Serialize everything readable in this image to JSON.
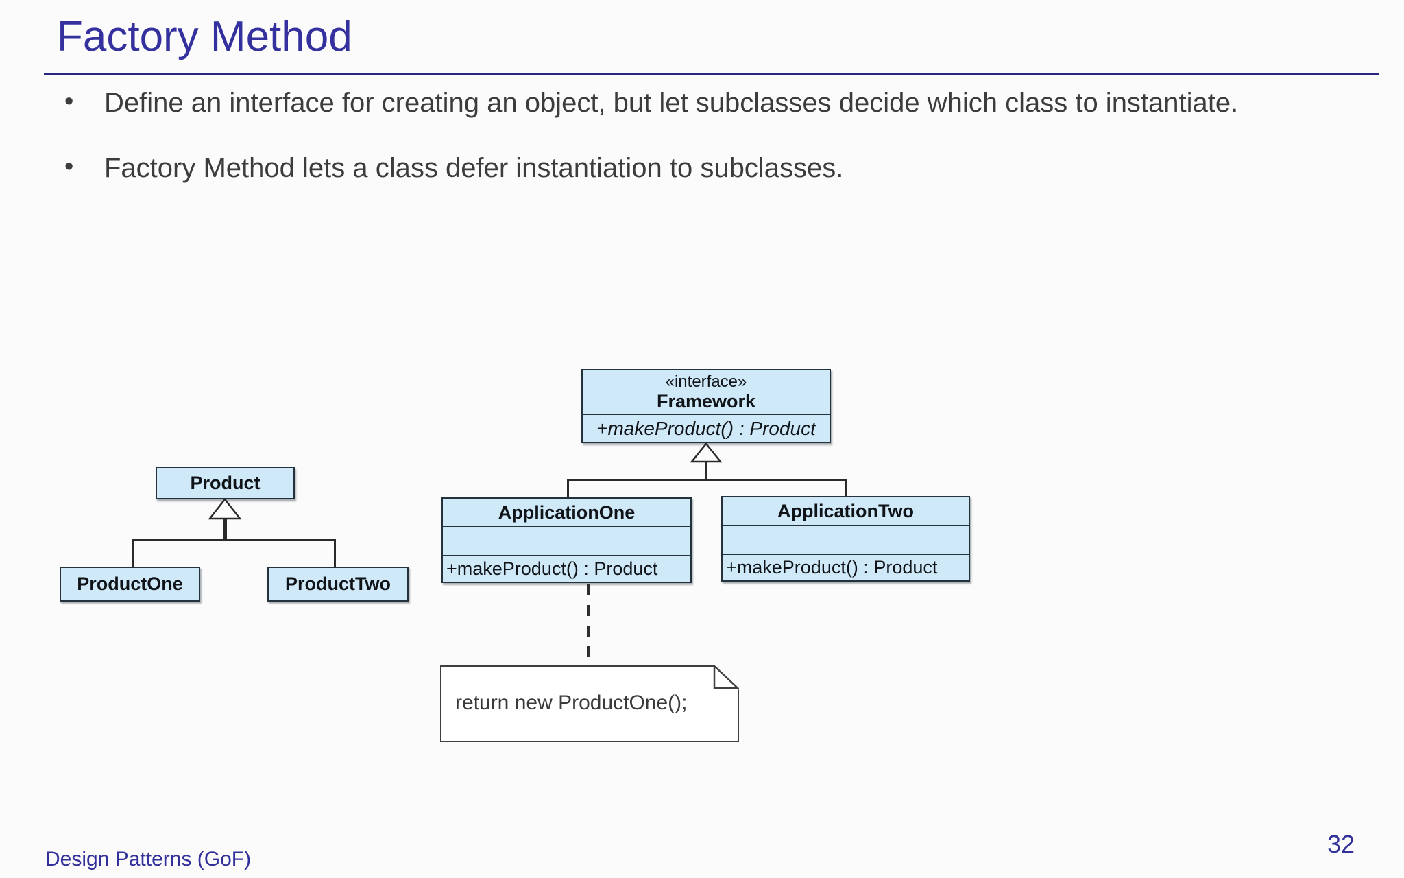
{
  "slide": {
    "title": "Factory Method",
    "bullets": [
      "Define an interface for creating an object, but let subclasses decide which class to instantiate.",
      "Factory Method lets a class defer instantiation to subclasses."
    ],
    "footer": "Design Patterns (GoF)",
    "page_number": "32"
  },
  "diagram": {
    "type": "uml-class-diagram",
    "interface": {
      "stereotype": "«interface»",
      "name": "Framework",
      "method": "+makeProduct() : Product"
    },
    "classes": {
      "product": {
        "name": "Product"
      },
      "product_one": {
        "name": "ProductOne"
      },
      "product_two": {
        "name": "ProductTwo"
      },
      "application_one": {
        "name": "ApplicationOne",
        "method": "+makeProduct() : Product"
      },
      "application_two": {
        "name": "ApplicationTwo",
        "method": "+makeProduct() : Product"
      }
    },
    "note": {
      "text": "return new ProductOne();"
    },
    "relationships": [
      "ProductOne --|> Product (generalization)",
      "ProductTwo --|> Product (generalization)",
      "ApplicationOne --|> Framework (realization)",
      "ApplicationTwo --|> Framework (realization)",
      "ApplicationOne.makeProduct .. note (dashed anchor)"
    ]
  },
  "colors": {
    "accent": "#34319e",
    "rule": "#28287e",
    "body_text": "#3c3c3c",
    "box_fill": "#cfe9f8",
    "box_border": "#24323b",
    "line": "#2a2a2a"
  }
}
